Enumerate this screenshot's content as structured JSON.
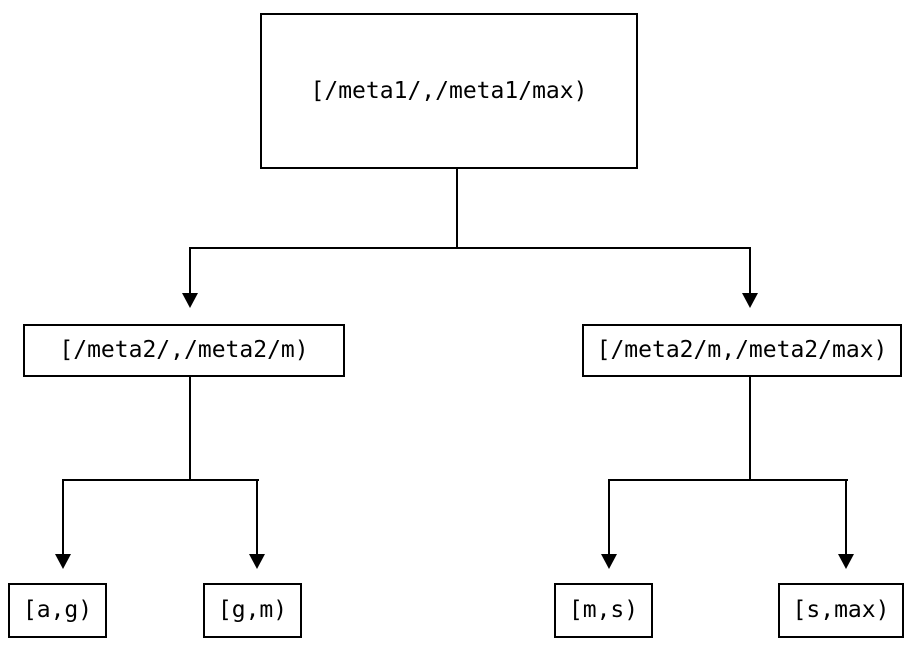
{
  "diagram": {
    "background_color": "#ffffff",
    "line_color": "#000000",
    "text_color": "#000000",
    "nodes": {
      "root": {
        "label": "[/meta1/,/meta1/max)"
      },
      "meta2_left": {
        "label": "[/meta2/,/meta2/m)"
      },
      "meta2_right": {
        "label": "[/meta2/m,/meta2/max)"
      },
      "leaf_ag": {
        "label": "[a,g)"
      },
      "leaf_gm": {
        "label": "[g,m)"
      },
      "leaf_ms": {
        "label": "[m,s)"
      },
      "leaf_smax": {
        "label": "[s,max)"
      }
    },
    "edges": [
      {
        "from": "root",
        "to": "meta2_left"
      },
      {
        "from": "root",
        "to": "meta2_right"
      },
      {
        "from": "meta2_left",
        "to": "leaf_ag"
      },
      {
        "from": "meta2_left",
        "to": "leaf_gm"
      },
      {
        "from": "meta2_right",
        "to": "leaf_ms"
      },
      {
        "from": "meta2_right",
        "to": "leaf_smax"
      }
    ]
  }
}
